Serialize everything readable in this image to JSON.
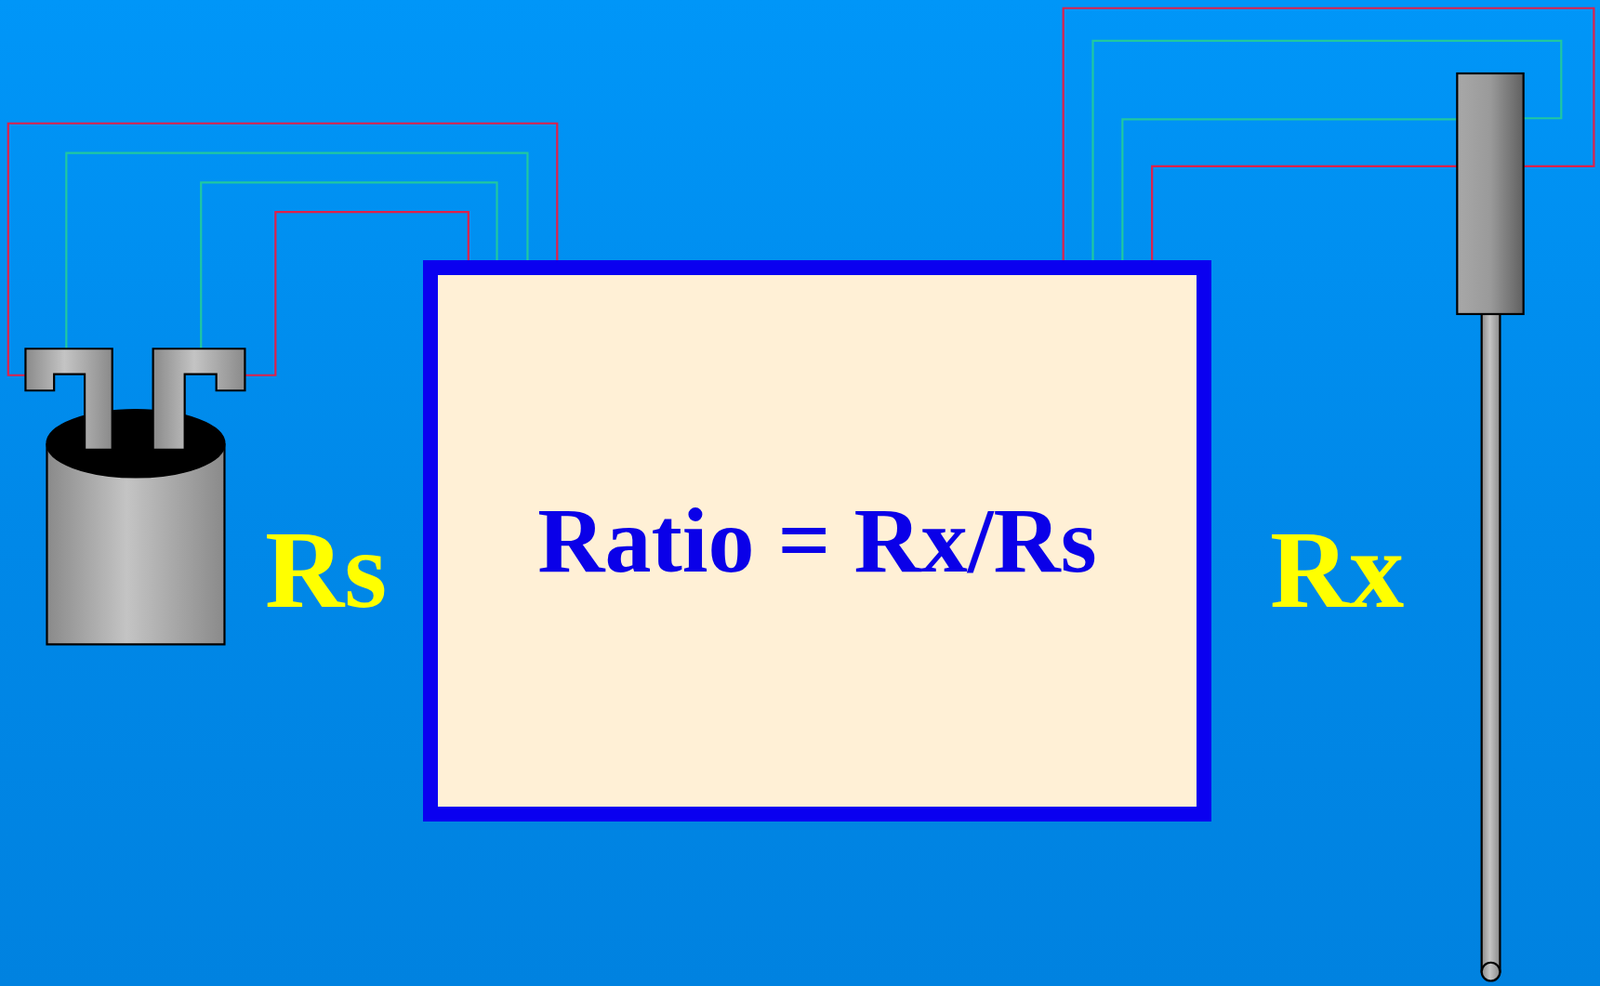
{
  "diagram": {
    "nodes": [
      {
        "text": [
          "Ratio = Rx/Rs"
        ]
      }
    ],
    "labels": [
      "Rs",
      "Rx"
    ]
  }
}
